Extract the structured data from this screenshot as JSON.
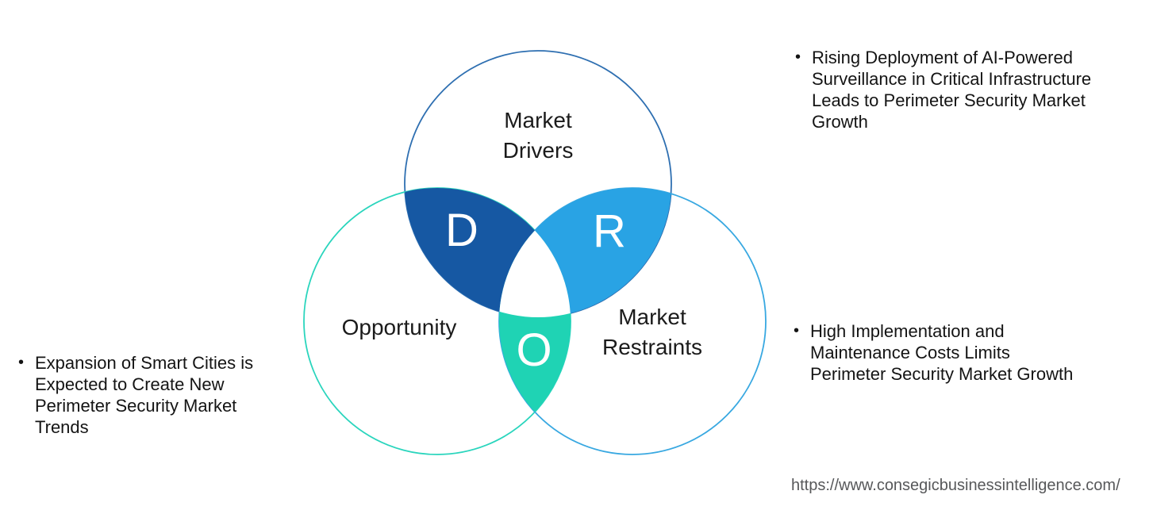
{
  "venn": {
    "drivers_label_lines": [
      "Market",
      "Drivers"
    ],
    "opportunity_label": "Opportunity",
    "restraints_label_lines": [
      "Market",
      "Restraints"
    ],
    "drivers_overlap_letter": "D",
    "restraints_overlap_letter": "R",
    "opportunity_overlap_letter": "O"
  },
  "colors": {
    "drivers_circle_stroke": "#2e6fb1",
    "opportunity_circle_stroke": "#2ad5bd",
    "restraints_circle_stroke": "#38a8e1",
    "drivers_overlap_fill": "#1658a3",
    "restraints_overlap_fill": "#29a3e4",
    "opportunity_overlap_fill": "#1fd3b4",
    "center_overlap_fill": "#ffffff",
    "label_text": "#1b1b1b",
    "bullet_text": "#141414",
    "url_text": "#57585a"
  },
  "bullets": {
    "left": {
      "marker": "•",
      "lines": [
        "Expansion of Smart Cities is",
        "Expected to Create New",
        "Perimeter Security Market",
        "Trends"
      ]
    },
    "top_right": {
      "marker": "•",
      "lines": [
        "Rising Deployment of AI-Powered",
        "Surveillance in Critical Infrastructure",
        "Leads to Perimeter Security Market",
        "Growth"
      ]
    },
    "bottom_right": {
      "marker": "•",
      "lines": [
        "High Implementation and",
        "Maintenance Costs Limits",
        "Perimeter Security Market Growth"
      ]
    }
  },
  "footer": {
    "url": "https://www.consegicbusinessintelligence.com/"
  }
}
